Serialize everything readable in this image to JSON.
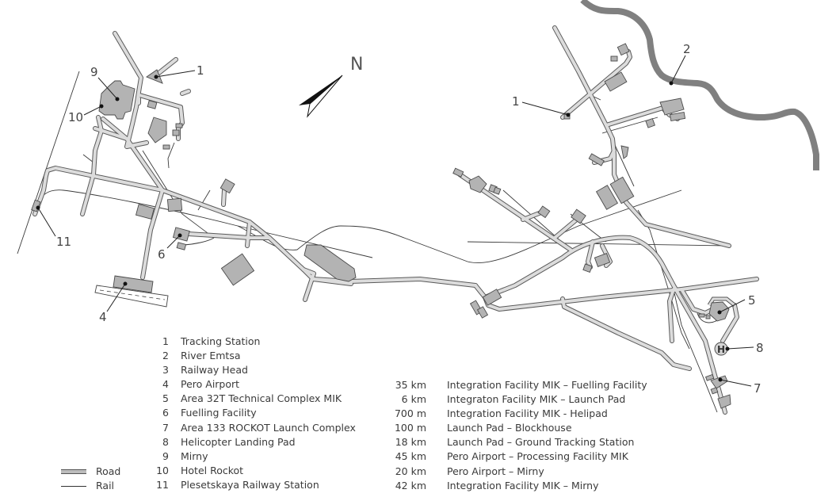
{
  "map": {
    "north_label": "N",
    "markers": [
      {
        "id": "1a",
        "label": "1"
      },
      {
        "id": "1b",
        "label": "1"
      },
      {
        "id": "2",
        "label": "2"
      },
      {
        "id": "4",
        "label": "4"
      },
      {
        "id": "5",
        "label": "5"
      },
      {
        "id": "6",
        "label": "6"
      },
      {
        "id": "7",
        "label": "7"
      },
      {
        "id": "8",
        "label": "8"
      },
      {
        "id": "9",
        "label": "9"
      },
      {
        "id": "10",
        "label": "10"
      },
      {
        "id": "11",
        "label": "11"
      }
    ],
    "helipad_symbol": "H"
  },
  "legend": {
    "key": [
      {
        "type": "road",
        "label": "Road"
      },
      {
        "type": "rail",
        "label": "Rail"
      }
    ],
    "places": [
      {
        "num": "1",
        "name": "Tracking Station"
      },
      {
        "num": "2",
        "name": "River Emtsa"
      },
      {
        "num": "3",
        "name": "Railway Head"
      },
      {
        "num": "4",
        "name": "Pero Airport"
      },
      {
        "num": "5",
        "name": "Area 32T Technical Complex MIK"
      },
      {
        "num": "6",
        "name": "Fuelling Facility"
      },
      {
        "num": "7",
        "name": "Area 133 ROCKOT Launch Complex"
      },
      {
        "num": "8",
        "name": "Helicopter Landing Pad"
      },
      {
        "num": "9",
        "name": "Mirny"
      },
      {
        "num": "10",
        "name": "Hotel Rockot"
      },
      {
        "num": "11",
        "name": "Plesetskaya Railway Station"
      }
    ],
    "distances": [
      {
        "dist": "35 km",
        "route": "Integration Facility MIK – Fuelling Facility"
      },
      {
        "dist": "6 km",
        "route": "Integraton Facility MIK – Launch Pad"
      },
      {
        "dist": "700 m",
        "route": "Integration Facility MIK - Helipad"
      },
      {
        "dist": "100 m",
        "route": "Launch Pad – Blockhouse"
      },
      {
        "dist": "18 km",
        "route": "Launch Pad – Ground Tracking Station"
      },
      {
        "dist": "45 km",
        "route": "Pero Airport – Processing Facility MIK"
      },
      {
        "dist": "20 km",
        "route": "Pero Airport – Mirny"
      },
      {
        "dist": "42 km",
        "route": "Integration Facility MIK – Mirny"
      }
    ]
  }
}
